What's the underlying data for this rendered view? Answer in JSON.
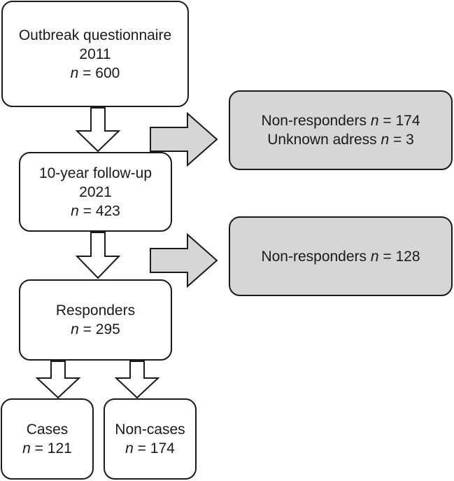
{
  "boxes": {
    "outbreak": {
      "line1": "Outbreak questionnaire",
      "line2": "2011",
      "n_label": "n",
      "n_value": " = 600"
    },
    "exclusion1": {
      "line1_text": "Non-responders ",
      "line1_n": "n",
      "line1_value": " = 174",
      "line2_text": "Unknown adress ",
      "line2_n": "n",
      "line2_value": " = 3"
    },
    "followup": {
      "line1": "10-year follow-up",
      "line2": "2021",
      "n_label": "n",
      "n_value": " = 423"
    },
    "exclusion2": {
      "line1_text": "Non-responders ",
      "line1_n": "n",
      "line1_value": " = 128"
    },
    "responders": {
      "line1": "Responders",
      "n_label": "n",
      "n_value": " = 295"
    },
    "cases": {
      "line1": "Cases",
      "n_label": "n",
      "n_value": " = 121"
    },
    "noncases": {
      "line1": "Non-cases",
      "n_label": "n",
      "n_value": " = 174"
    }
  },
  "colors": {
    "box_fill": "#ffffff",
    "excluded_fill": "#d6d6d6",
    "stroke": "#1a1a1a"
  }
}
